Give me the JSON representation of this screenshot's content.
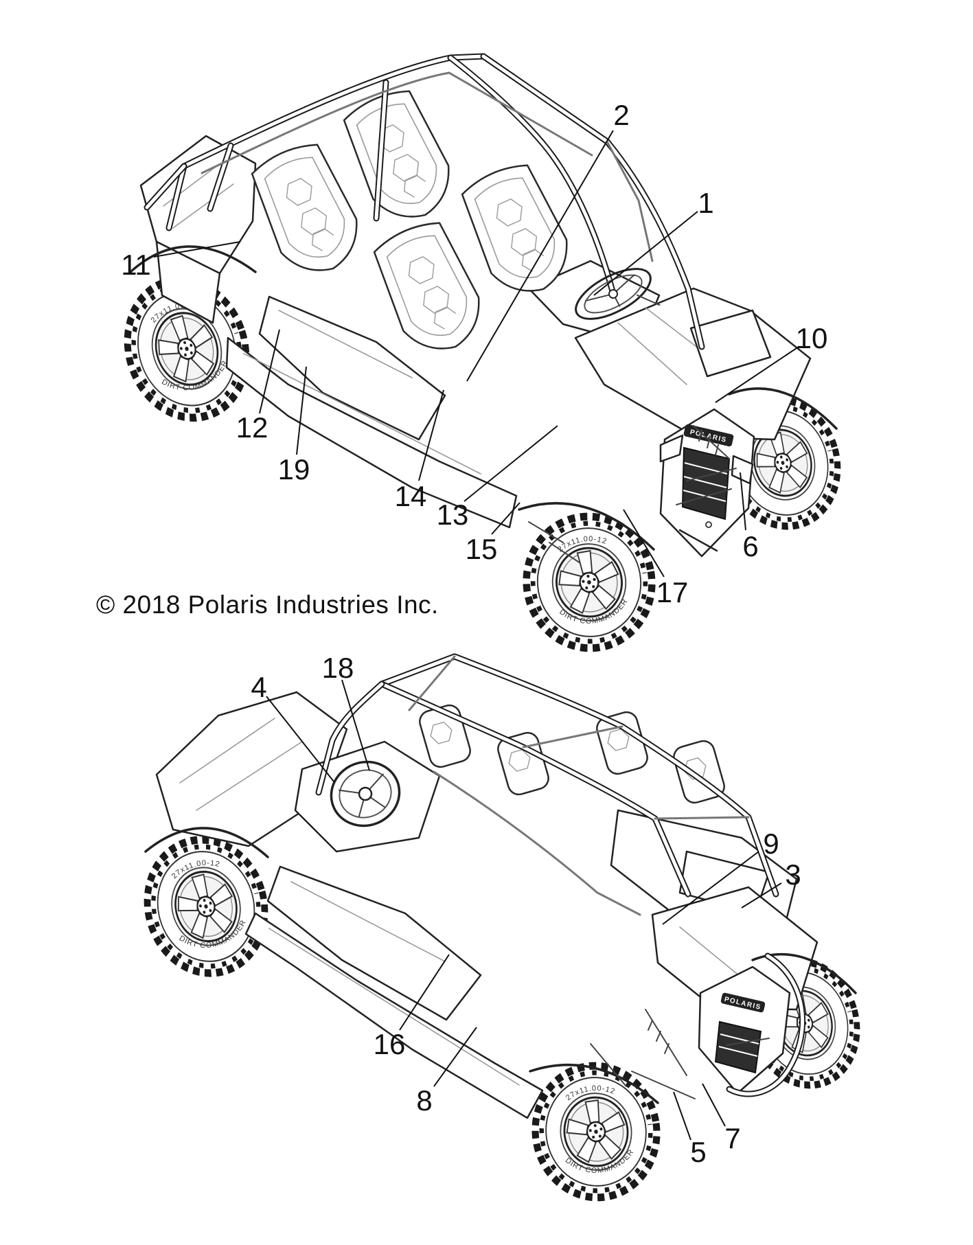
{
  "document": {
    "type": "parts-diagram",
    "copyright": "© 2018 Polaris Industries Inc."
  },
  "branding": {
    "nose_badge": "POLARIS"
  },
  "tires": {
    "size_marking": "27x11.00-12",
    "brand_marking": "DIRT COMMANDER"
  },
  "callouts": {
    "top_view": [
      {
        "label": "2"
      },
      {
        "label": "1"
      },
      {
        "label": "10"
      },
      {
        "label": "11"
      },
      {
        "label": "12"
      },
      {
        "label": "19"
      },
      {
        "label": "14"
      },
      {
        "label": "13"
      },
      {
        "label": "15"
      },
      {
        "label": "6"
      },
      {
        "label": "17"
      }
    ],
    "bottom_view": [
      {
        "label": "4"
      },
      {
        "label": "18"
      },
      {
        "label": "9"
      },
      {
        "label": "3"
      },
      {
        "label": "16"
      },
      {
        "label": "8"
      },
      {
        "label": "5"
      },
      {
        "label": "7"
      }
    ]
  }
}
